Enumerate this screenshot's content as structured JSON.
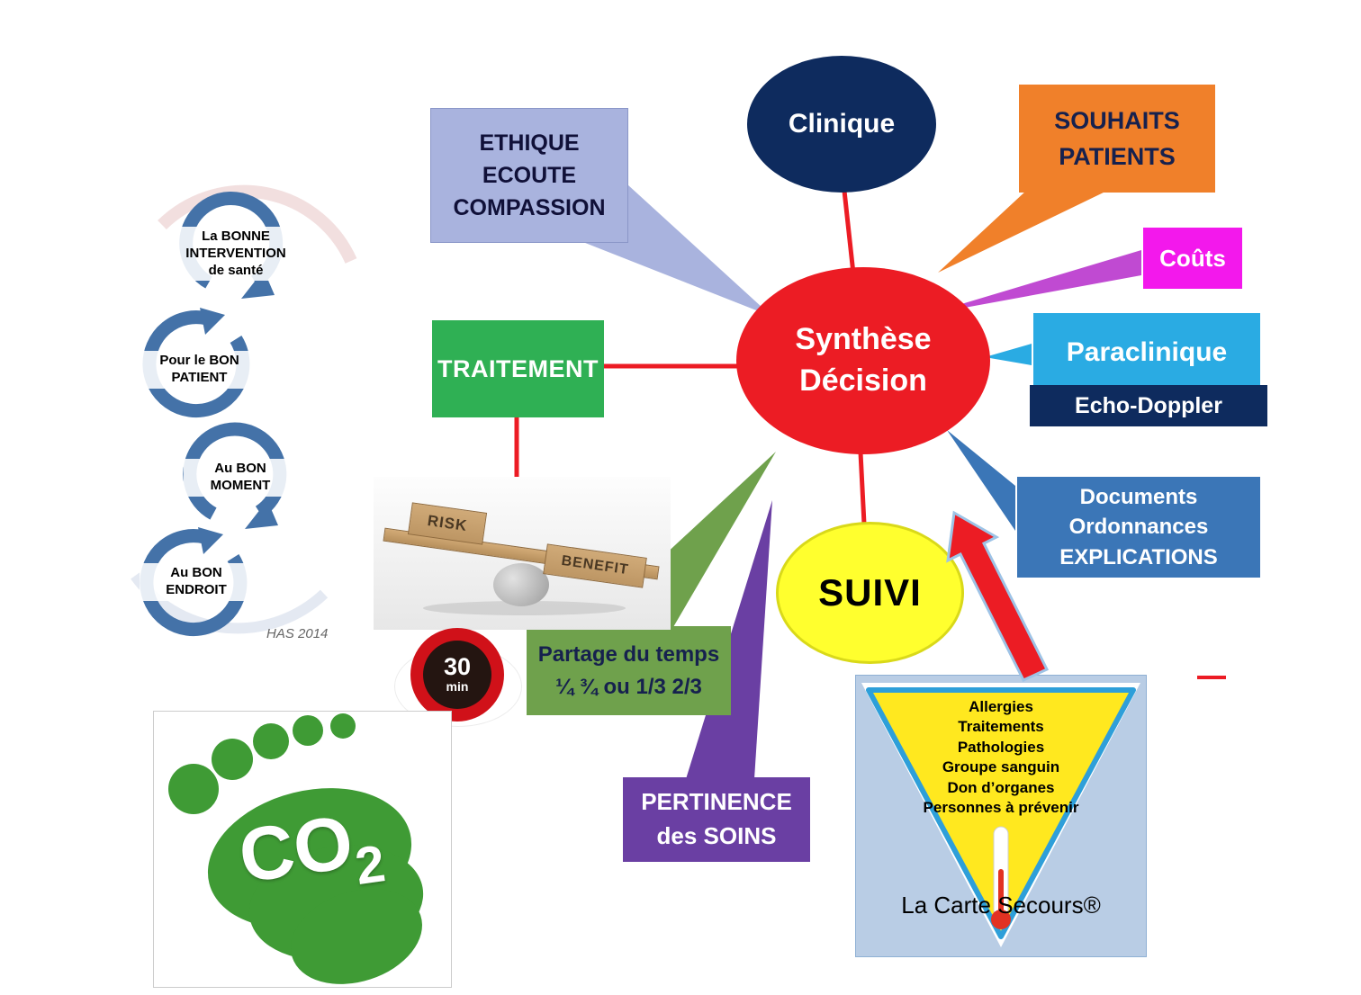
{
  "colors": {
    "center_red": "#ec1c24",
    "clinique_navy": "#0e2b5e",
    "souhaits_orange": "#f0802a",
    "couts_magenta": "#f318ec",
    "paraclinique_blue": "#2aabe3",
    "documents_blue": "#3b76b7",
    "ethique_periwinkle": "#a9b3de",
    "traitement_green": "#2fb054",
    "partage_green": "#6fa14c",
    "pertinence_purple": "#6a3fa3",
    "suivi_yellow": "#ffff2e",
    "carte_panel_blue": "#b9cde5",
    "triangle_yellow": "#ffe81f",
    "spiral_blue": "#4472a8",
    "co2_green": "#3f9b35"
  },
  "nodes": {
    "center": {
      "label": "Synthèse\nDécision"
    },
    "clinique": {
      "label": "Clinique"
    },
    "souhaits": {
      "label": "SOUHAITS\nPATIENTS"
    },
    "couts": {
      "label": "Coûts"
    },
    "paraclinique": {
      "label": "Paraclinique"
    },
    "echo_doppler": {
      "label": "Echo-Doppler"
    },
    "documents": {
      "label": "Documents\nOrdonnances\nEXPLICATIONS"
    },
    "ethique": {
      "label": "ETHIQUE\nECOUTE\nCOMPASSION"
    },
    "traitement": {
      "label": "TRAITEMENT"
    },
    "partage": {
      "label": "Partage du temps\n¼ ¾ ou 1/3 2/3"
    },
    "pertinence": {
      "label": "PERTINENCE\ndes SOINS"
    },
    "suivi": {
      "label": "SUIVI"
    }
  },
  "seesaw": {
    "risk": "RISK",
    "benefit": "BENEFIT"
  },
  "timer": {
    "value": "30",
    "unit": "min"
  },
  "carte": {
    "items": [
      "Allergies",
      "Traitements",
      "Pathologies",
      "Groupe sanguin",
      "Don d’organes",
      "Personnes à prévenir"
    ],
    "title": "La Carte Secours®"
  },
  "spiral": {
    "steps": [
      "La BONNE\nINTERVENTION\nde santé",
      "Pour le BON\nPATIENT",
      "Au BON\nMOMENT",
      "Au BON\nENDROIT"
    ],
    "source": "HAS 2014"
  },
  "co2": {
    "main": "CO",
    "sub": "2"
  }
}
